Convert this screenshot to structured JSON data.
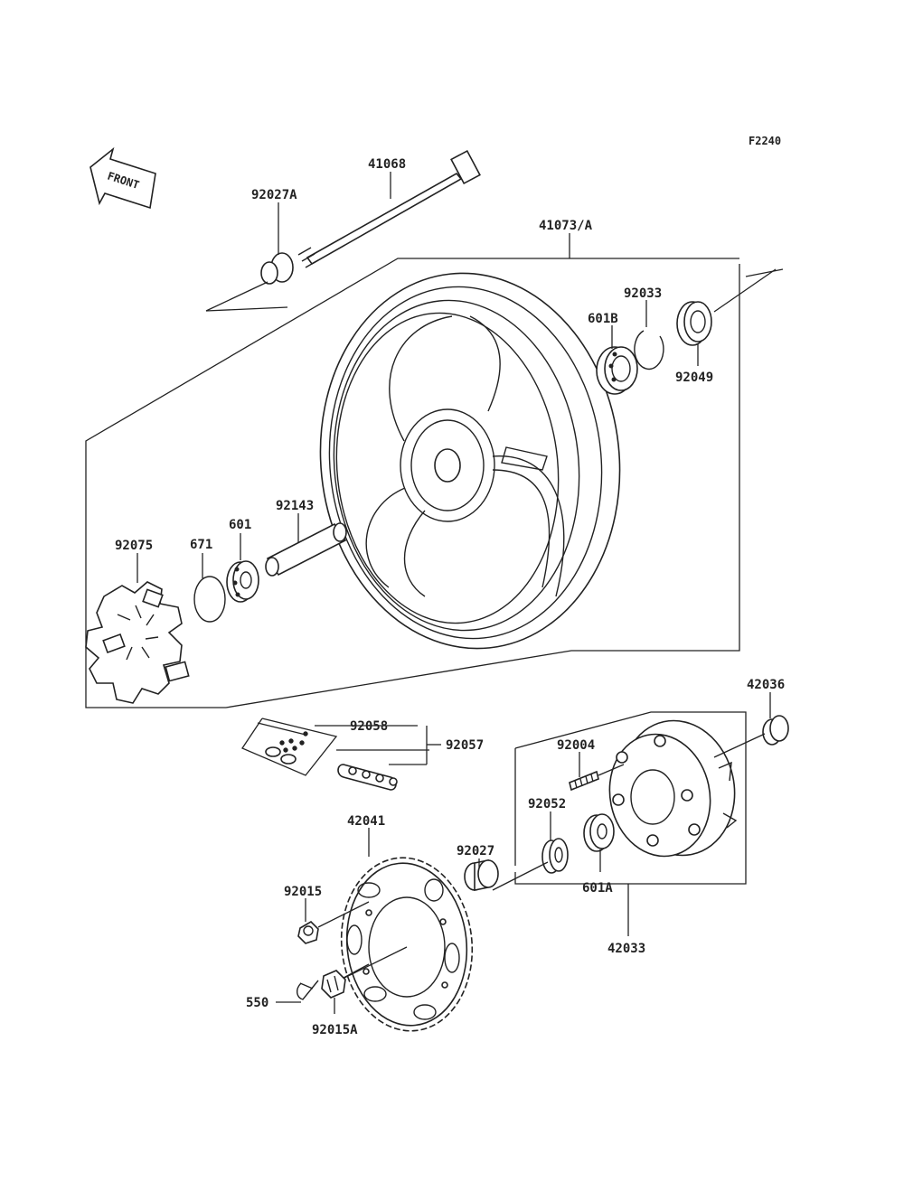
{
  "figure_code": "F2240",
  "front_arrow_text": "FRONT",
  "parts": {
    "axle": "41068",
    "axle_collar_left": "92027A",
    "wheel_assembly": "41073/A",
    "circlip": "92033",
    "bearing_right": "601B",
    "oil_seal": "92049",
    "sleeve": "92143",
    "bearing_left": "601",
    "o_ring": "671",
    "damper": "92075",
    "chain_joint": "92058",
    "chain": "92057",
    "coupling_collar": "42036",
    "stud": "92004",
    "coupling_seal": "92052",
    "collar": "92027",
    "coupling_bearing": "601A",
    "coupling_assembly": "42033",
    "sprocket": "42041",
    "sprocket_nut": "92015",
    "cotter_pin": "550",
    "axle_nut": "92015A"
  }
}
